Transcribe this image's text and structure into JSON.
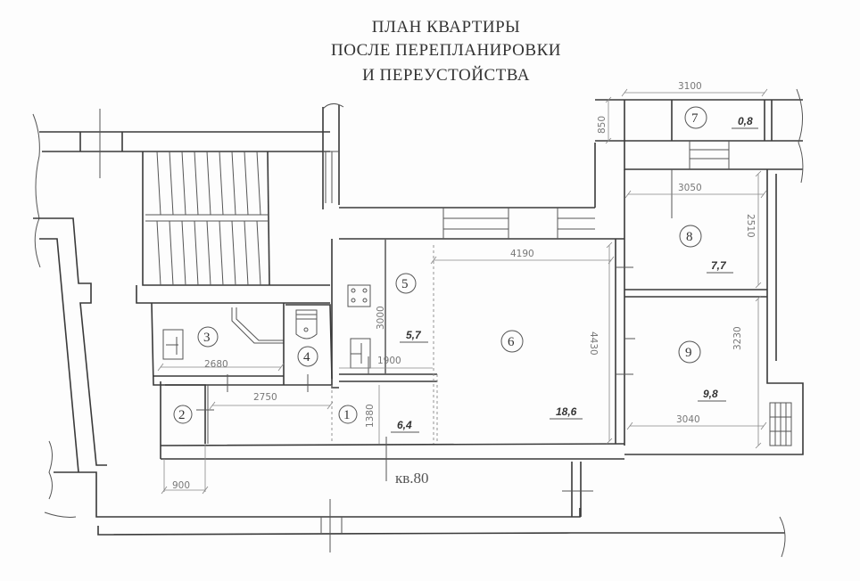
{
  "title": {
    "line1": "ПЛАН КВАРТИРЫ",
    "line2": "ПОСЛЕ  ПЕРЕПЛАНИРОВКИ",
    "line3": "И ПЕРЕУСТОЙСТВА"
  },
  "apartment_label": "кв.80",
  "rooms": [
    {
      "number": "1",
      "area": "6,4"
    },
    {
      "number": "2",
      "area": ""
    },
    {
      "number": "3",
      "area": ""
    },
    {
      "number": "4",
      "area": ""
    },
    {
      "number": "5",
      "area": "5,7"
    },
    {
      "number": "6",
      "area": "18,6"
    },
    {
      "number": "7",
      "area": "0,8"
    },
    {
      "number": "8",
      "area": "7,7"
    },
    {
      "number": "9",
      "area": "9,8"
    }
  ],
  "dimensions": {
    "d3100": "3100",
    "d850": "850",
    "d3050": "3050",
    "d2510": "2510",
    "d4190": "4190",
    "d3000": "3000",
    "d4430": "4430",
    "d3230": "3230",
    "d3040": "3040",
    "d1900": "1900",
    "d2680": "2680",
    "d2750": "2750",
    "d1380": "1380",
    "d900": "900"
  }
}
